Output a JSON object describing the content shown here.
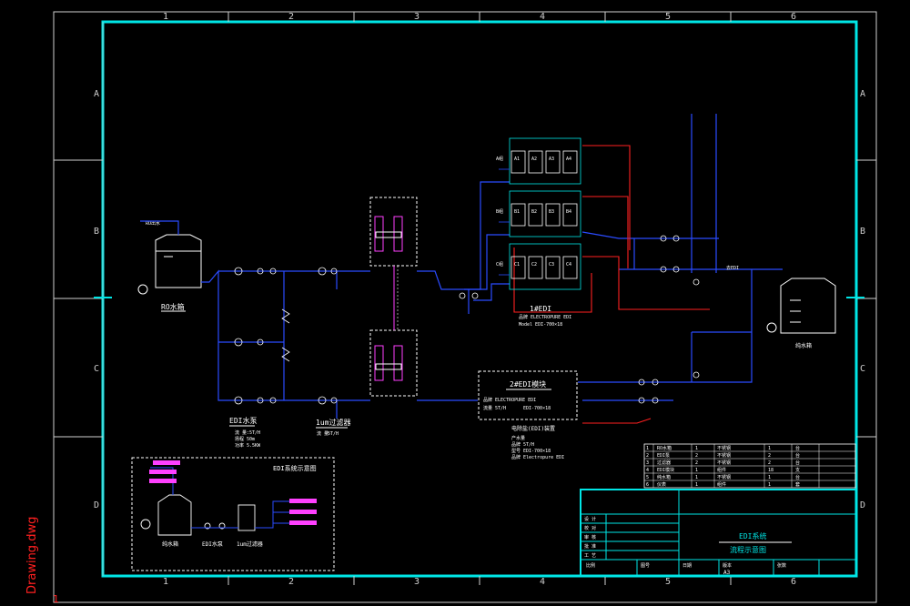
{
  "file": {
    "name": "Drawing.dwg",
    "page": "1"
  },
  "grid": {
    "columns": [
      "1",
      "2",
      "3",
      "4",
      "5",
      "6"
    ],
    "rows": [
      "A",
      "B",
      "C",
      "D"
    ]
  },
  "colors": {
    "border": "#00e6e6",
    "pipe": "#2a4bff",
    "pipe_red": "#ff2020",
    "pipe_magenta": "#ff40ff",
    "text": "#ffffff",
    "frame": "#ffffff"
  },
  "labels": {
    "ro_tank": "RO水箱",
    "ro_inlet": "RO出水",
    "edi_pump": "EDI水泵",
    "edi_pump_spec1": "流 量:5T/H",
    "edi_pump_spec2": "扬程 50m",
    "edi_pump_spec3": "功率 5.5KW",
    "filter_1um": "1um过滤器",
    "filter_spec1": "流 量",
    "filter_spec2": "5T/H",
    "edi1": "1#EDI",
    "edi1_brand": "品牌 ELECTROPURE EDI",
    "edi1_model": "Model EDI-700×18",
    "edi2": "2#EDI模块",
    "edi2_brand": "品牌 ELECTROPURE EDI",
    "edi2_flow": "流量 5T/H",
    "edi2_model": "EDI-700×18",
    "edi_device": "电除盐(EDI)装置",
    "edi_dev1": "产水量",
    "edi_dev2": "品牌 5T/H",
    "edi_dev3": "型号 EDI-700×18",
    "edi_dev4": "品牌 Electropure EDI",
    "pure_tank": "纯水箱",
    "to_edi": "去EDI",
    "inset_title": "EDI系统示意图",
    "inset_tank": "纯水箱",
    "inset_pump": "EDI水泵",
    "inset_filter": "1um过滤器",
    "title_main": "EDI系统",
    "title_sub": "流程示意图",
    "scale": "A3"
  },
  "module_tags": [
    [
      "A1",
      "A2",
      "A3",
      "A4"
    ],
    [
      "B1",
      "B2",
      "B3",
      "B4"
    ],
    [
      "C1",
      "C2",
      "C3",
      "C4"
    ]
  ],
  "bom_rows": [
    [
      "1",
      "RO水箱",
      "1",
      "不锈钢",
      "1",
      "台"
    ],
    [
      "2",
      "EDI泵",
      "2",
      "不锈钢",
      "2",
      "台"
    ],
    [
      "3",
      "过滤器",
      "2",
      "不锈钢",
      "2",
      "台"
    ],
    [
      "4",
      "EDI模块",
      "1",
      "组件",
      "18",
      "支"
    ],
    [
      "5",
      "纯水箱",
      "1",
      "不锈钢",
      "1",
      "台"
    ],
    [
      "6",
      "仪表",
      "1",
      "组件",
      "1",
      "套"
    ]
  ],
  "title_block": {
    "rows": [
      "设 计",
      "校 对",
      "审 核",
      "批 准",
      "工 艺"
    ],
    "bottom": [
      "比例",
      "图号",
      "日期",
      "版本",
      "张数"
    ]
  }
}
